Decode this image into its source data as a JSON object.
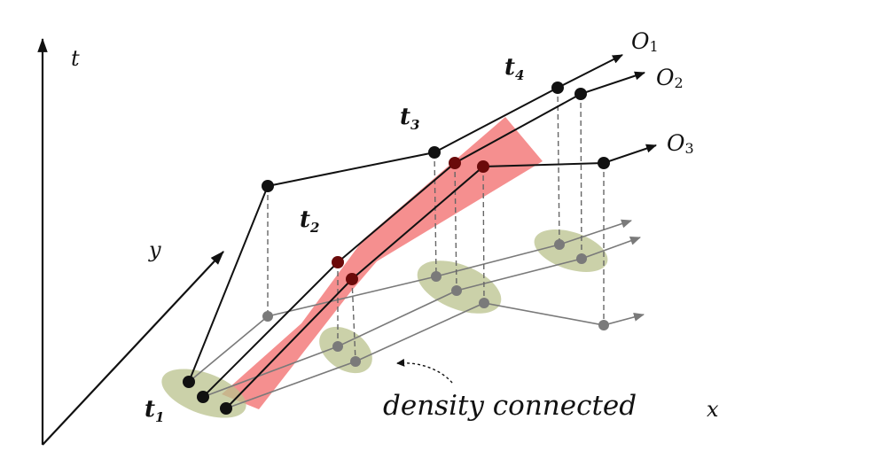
{
  "axes": {
    "t": "t",
    "y": "y",
    "x": "x"
  },
  "timestamps": [
    {
      "base": "t",
      "sub": "1"
    },
    {
      "base": "t",
      "sub": "2"
    },
    {
      "base": "t",
      "sub": "3"
    },
    {
      "base": "t",
      "sub": "4"
    }
  ],
  "objects": [
    {
      "base": "O",
      "sub": "1"
    },
    {
      "base": "O",
      "sub": "2"
    },
    {
      "base": "O",
      "sub": "3"
    }
  ],
  "annotation": "density connected",
  "colors": {
    "trajectory": "#111111",
    "projection": "#7a7a7a",
    "cluster_fill": "#b9c28c",
    "highlight_band": "#f26a6a",
    "dark_red_point": "#6b0a0a"
  }
}
